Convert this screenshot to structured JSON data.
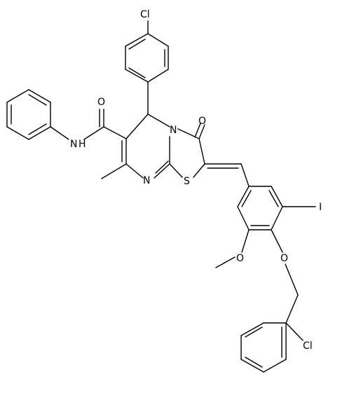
{
  "labels": {
    "cl_top": "Cl",
    "oxo": "O",
    "amide_o": "O",
    "nh": "N",
    "nh_h": "H",
    "n_ring": "N",
    "n_imine": "N",
    "s_ring": "S",
    "iodo": "I",
    "methoxy": "O",
    "ether_o": "O",
    "cl_bottom": "Cl"
  }
}
